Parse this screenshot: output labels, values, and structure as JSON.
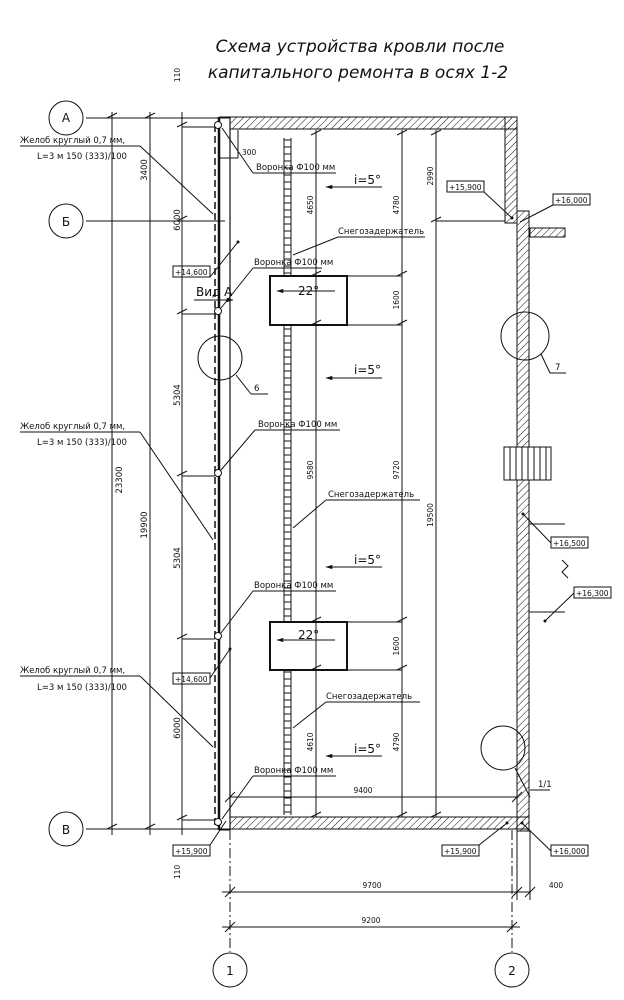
{
  "title": {
    "line1": "Схема устройства кровли после",
    "line2": "капитального ремонта в осях 1-2"
  },
  "axes": {
    "rows": [
      "А",
      "Б",
      "В"
    ],
    "cols": [
      "1",
      "2"
    ]
  },
  "dims": {
    "left_total": "23300",
    "left_sub": "19900",
    "d110_top": "110",
    "d110_bot": "110",
    "d3400": "3400",
    "d6000_top": "6000",
    "d5304_a": "5304",
    "d5304_b": "5304",
    "d6000_bot": "6000",
    "d300": "300",
    "d4650": "4650",
    "d4780": "4780",
    "d2990": "2990",
    "d1600_a": "1600",
    "d1600_b": "1600",
    "d9580": "9580",
    "d9720": "9720",
    "d19500": "19500",
    "d4610": "4610",
    "d4790": "4790",
    "d9400": "9400",
    "d9700": "9700",
    "d400": "400",
    "d9200": "9200"
  },
  "elevations": {
    "e15900_tr": "+15,900",
    "e16000_tr": "+16,000",
    "e14600_a": "+14,600",
    "e14600_b": "+14,600",
    "e16500": "+16,500",
    "e16300": "+16,300",
    "e15900_bl": "+15,900",
    "e15900_bm": "+15,900",
    "e16000_br": "+16,000"
  },
  "labels": {
    "gutter1_l1": "Желоб круглый 0,7 мм,",
    "gutter1_l2": "L=3 м 150 (333)/100",
    "gutter2_l1": "Желоб круглый 0,7 мм,",
    "gutter2_l2": "L=3 м 150 (333)/100",
    "gutter3_l1": "Желоб круглый 0,7 мм,",
    "gutter3_l2": "L=3 м 150 (333)/100",
    "funnel1": "Воронка Ф100 мм",
    "funnel2": "Воронка Ф100 мм",
    "funnel3": "Воронка Ф100 мм",
    "funnel4": "Воронка Ф100 мм",
    "funnel5": "Воронка Ф100 мм",
    "snow1": "Снегозадержатель",
    "snow2": "Снегозадержатель",
    "snow3": "Снегозадержатель",
    "slope1": "i=5°",
    "slope2": "i=5°",
    "slope3": "i=5°",
    "slope4": "i=5°",
    "hatch1": "22°",
    "hatch2": "22°",
    "view_a": "Вид А",
    "callout6": "6",
    "callout7": "7",
    "callout11": "1/1"
  }
}
